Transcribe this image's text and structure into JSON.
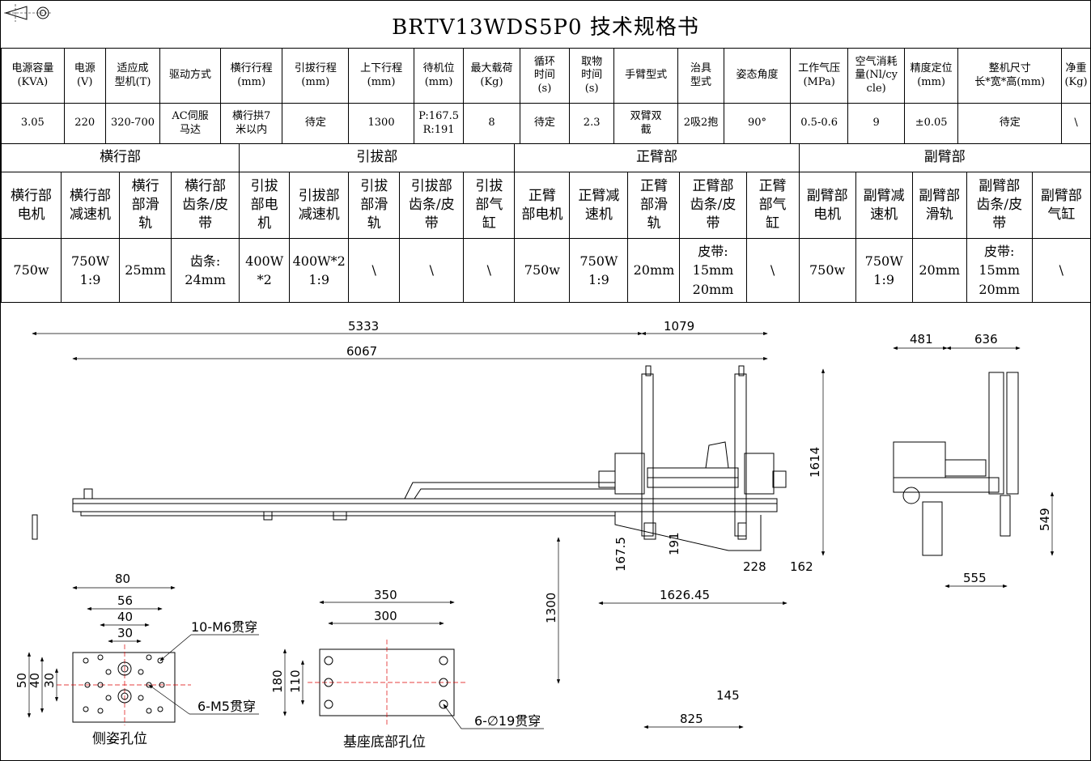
{
  "title": "BRTV13WDS5P0 技术规格书",
  "spec_headers": [
    "电源容量\n(KVA)",
    "电源\n(V)",
    "适应成\n型机(T)",
    "驱动方式",
    "横行行程\n(mm)",
    "引拔行程\n(mm)",
    "上下行程\n(mm)",
    "待机位\n(mm)",
    "最大载荷\n(Kg)",
    "循环\n时间\n(s)",
    "取物\n时间\n(s)",
    "手臂型式",
    "治具\n型式",
    "姿态角度",
    "工作气压\n(MPa)",
    "空气消耗\n量(Nl/cy\ncle)",
    "精度定位\n(mm)",
    "整机尺寸\n长*宽*高(mm)",
    "净重\n(Kg)"
  ],
  "spec_values": [
    "3.05",
    "220",
    "320-700",
    "AC伺服\n马达",
    "横行拱7\n米以内",
    "待定",
    "1300",
    "P:167.5\nR:191",
    "8",
    "待定",
    "2.3",
    "双臂双\n截",
    "2吸2抱",
    "90°",
    "0.5-0.6",
    "9",
    "±0.05",
    "待定",
    "\\"
  ],
  "sections": [
    "横行部",
    "引拔部",
    "正臂部",
    "副臂部"
  ],
  "component_headers": [
    "横行部\n电机",
    "横行部\n减速机",
    "横行\n部滑\n轨",
    "横行部\n齿条/皮\n带",
    "引拔\n部电\n机",
    "引拔部\n减速机",
    "引拔\n部滑\n轨",
    "引拔部\n齿条/皮\n带",
    "引拔\n部气\n缸",
    "正臂\n部电机",
    "正臂减\n速机",
    "正臂\n部滑\n轨",
    "正臂部\n齿条/皮\n带",
    "正臂\n部气\n缸",
    "副臂部\n电机",
    "副臂减\n速机",
    "副臂部\n滑轨",
    "副臂部\n齿条/皮\n带",
    "副臂部\n气缸"
  ],
  "component_values": [
    "750w",
    "750W\n1:9",
    "25mm",
    "齿条:\n24mm",
    "400W\n*2",
    "400W*2\n1:9",
    "\\",
    "\\",
    "\\",
    "750w",
    "750W\n1:9",
    "20mm",
    "皮带:\n15mm\n20mm",
    "\\",
    "750w",
    "750W\n1:9",
    "20mm",
    "皮带:\n15mm\n20mm",
    "\\"
  ],
  "dimensions": {
    "d5333": "5333",
    "d1079": "1079",
    "d6067": "6067",
    "d1614": "1614",
    "d167": "167.5",
    "d191": "191",
    "d228": "228",
    "d162": "162",
    "d1626": "1626.45",
    "d1300": "1300",
    "d145": "145",
    "d825": "825",
    "d481": "481",
    "d636": "636",
    "d549": "549",
    "d555": "555"
  },
  "side_plate": {
    "title": "侧姿孔位",
    "w80": "80",
    "w56": "56",
    "w40": "40",
    "w30": "30",
    "h50": "50",
    "h40": "40",
    "h30": "30",
    "note1": "10-M6贯穿",
    "note2": "6-M5贯穿"
  },
  "base_plate": {
    "title": "基座底部孔位",
    "w350": "350",
    "w300": "300",
    "h180": "180",
    "h110": "110",
    "note": "6-∅19贯穿"
  }
}
